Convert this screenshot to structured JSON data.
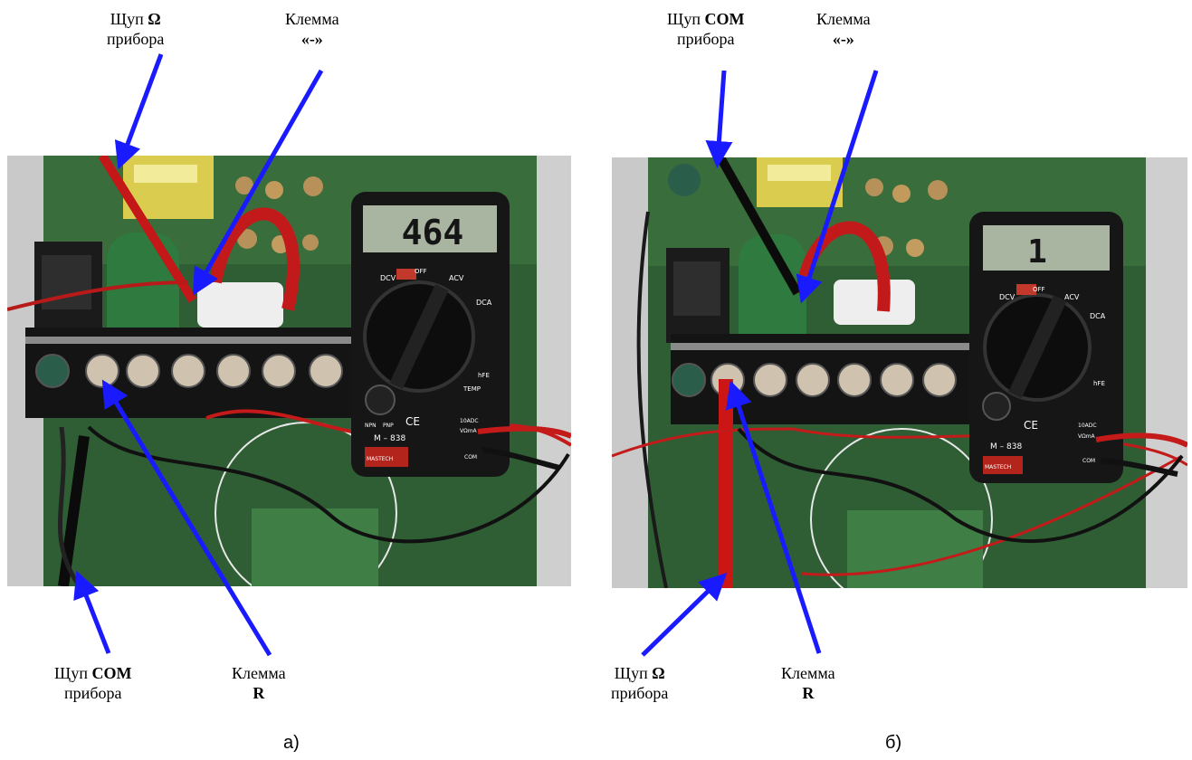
{
  "panel_a": {
    "caption": "а)",
    "display_value": "464",
    "meter_model": "M – 838",
    "meter_brand": "MASTECH",
    "labels": {
      "probe_top": {
        "word": "Щуп",
        "symbol": "Ω",
        "line2": "прибора"
      },
      "terminal_top": {
        "line1": "Клемма",
        "line2": "«-»"
      },
      "probe_bottom": {
        "word": "Щуп",
        "symbol": "COM",
        "line2": "прибора"
      },
      "terminal_bottom": {
        "line1": "Клемма",
        "line2": "R"
      }
    }
  },
  "panel_b": {
    "caption": "б)",
    "display_value": "1",
    "meter_model": "M – 838",
    "meter_brand": "MASTECH",
    "labels": {
      "probe_top": {
        "word": "Щуп",
        "symbol": "COM",
        "line2": "прибора"
      },
      "terminal_top": {
        "line1": "Клемма",
        "line2": "«-»"
      },
      "probe_bottom": {
        "word": "Щуп",
        "symbol": "Ω",
        "line2": "прибора"
      },
      "terminal_bottom": {
        "line1": "Клемма",
        "line2": "R"
      }
    }
  },
  "meter_dial": {
    "dcv": "DCV",
    "acv": "ACV",
    "dca": "DCA",
    "off": "OFF",
    "hfe": "hFE",
    "temp": "TEMP",
    "npn": "NPN",
    "pnp": "PNP",
    "ce": "CE",
    "com": "COM",
    "v_ohm_ma": "VΩmA",
    "adc": "10ADC"
  },
  "colors": {
    "arrow": "#1a1aff",
    "probe_red": "#cc1a1a",
    "board": "#2f5e34",
    "housing": "#d8d8d8"
  }
}
